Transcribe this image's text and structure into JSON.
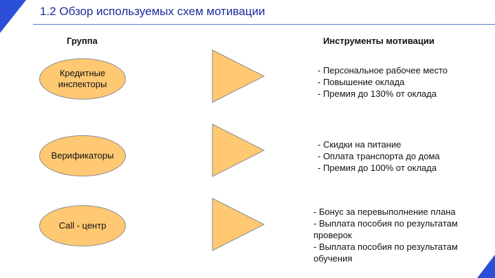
{
  "title": "1.2 Обзор используемых схем мотивации",
  "headers": {
    "group": "Группа",
    "tools": "Инструменты мотивации"
  },
  "groups": [
    {
      "name": "Кредитные инспекторы",
      "tools": [
        "- Персональное рабочее место",
        "- Повышение оклада",
        "- Премия до 130% от оклада"
      ]
    },
    {
      "name": "Верификаторы",
      "tools": [
        "- Скидки на питание",
        "- Оплата транспорта до дома",
        "- Премия до 100% от оклада"
      ]
    },
    {
      "name": "Call - центр",
      "tools": [
        "- Бонус за перевыполнение плана",
        "- Выплата пособия по результатам проверок",
        "- Выплата пособия по результатам обучения"
      ]
    }
  ],
  "colors": {
    "title": "#1a2a9c",
    "accent_blue": "#2b4fd8",
    "shape_fill": "#ffc872",
    "shape_stroke": "#8a8a8a"
  }
}
